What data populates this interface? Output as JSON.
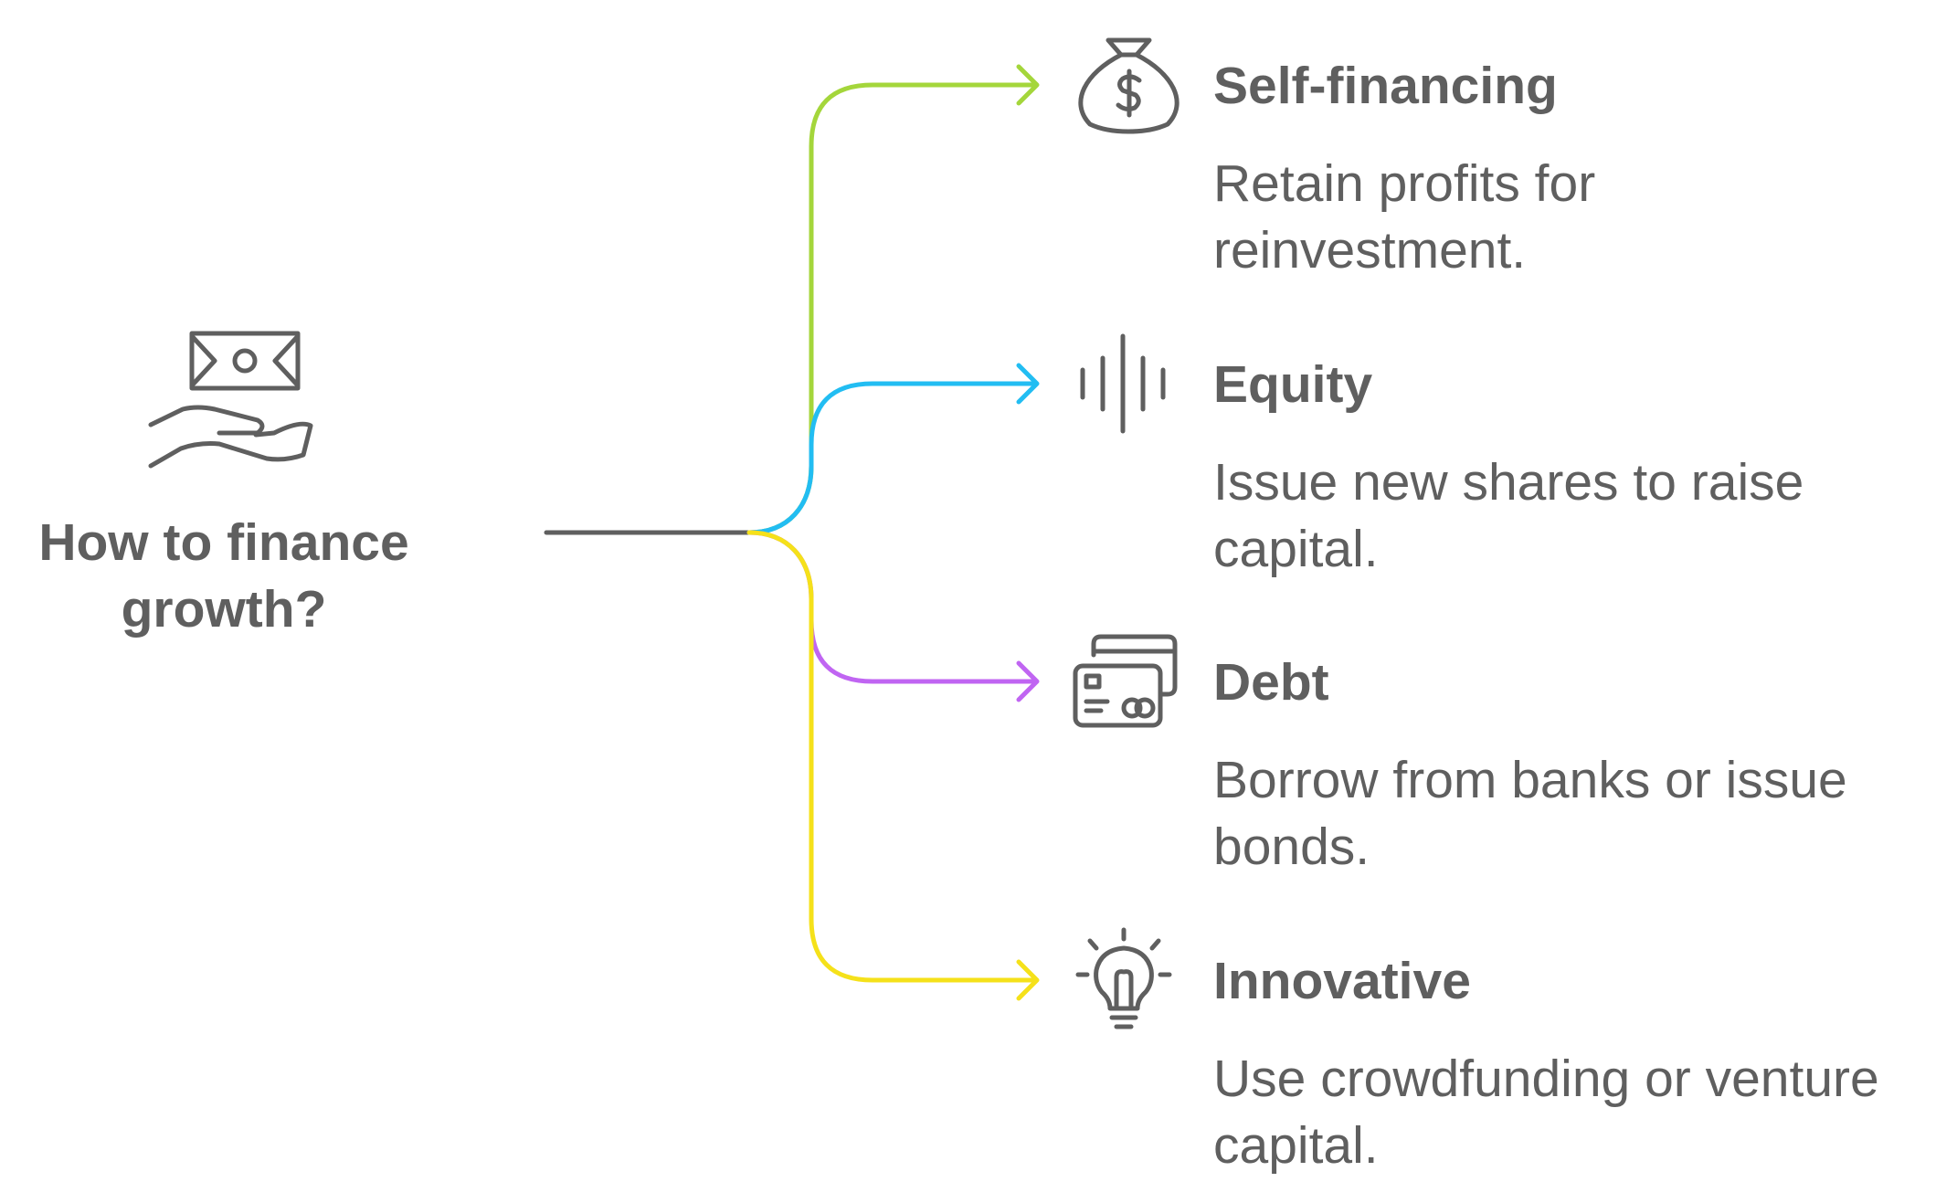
{
  "root": {
    "title_line1": "How to finance",
    "title_line2": "growth?",
    "icon": "money-hand-icon"
  },
  "colors": {
    "stroke": "#5f5f5f",
    "self_financing": "#a4d63b",
    "equity": "#22bdf2",
    "debt": "#c065f2",
    "innovative": "#f5e11a"
  },
  "branches": [
    {
      "id": "self-financing",
      "title": "Self-financing",
      "desc_line1": "Retain profits for",
      "desc_line2": "reinvestment.",
      "icon": "money-bag-icon"
    },
    {
      "id": "equity",
      "title": "Equity",
      "desc_line1": "Issue new shares to raise",
      "desc_line2": "capital.",
      "icon": "sound-bars-icon"
    },
    {
      "id": "debt",
      "title": "Debt",
      "desc_line1": "Borrow from banks or issue",
      "desc_line2": "bonds.",
      "icon": "credit-cards-icon"
    },
    {
      "id": "innovative",
      "title": "Innovative",
      "desc_line1": "Use crowdfunding or venture",
      "desc_line2": "capital.",
      "icon": "lightbulb-icon"
    }
  ]
}
